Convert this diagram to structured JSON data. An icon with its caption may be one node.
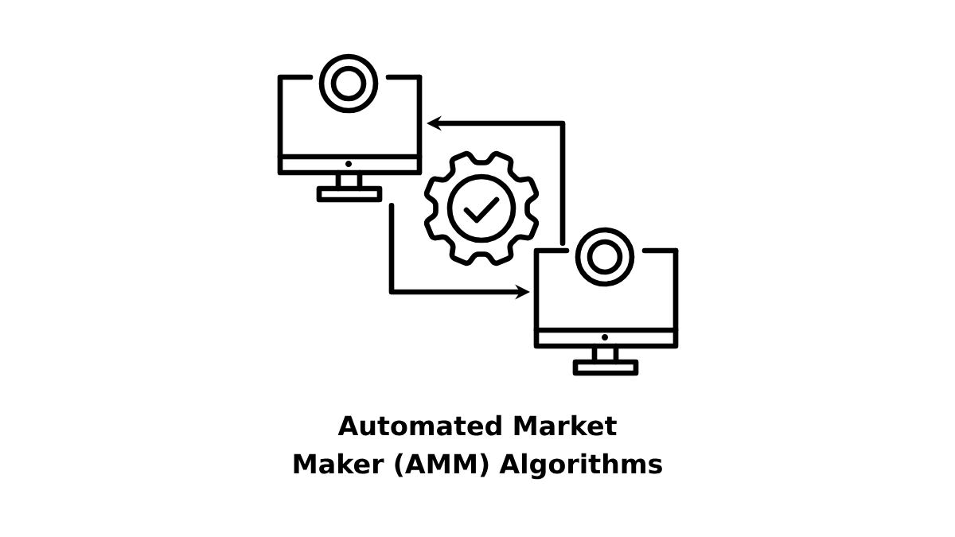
{
  "diagram": {
    "caption": "Automated Market Maker (AMM) Algorithms",
    "nodes": [
      {
        "text": [],
        "shape": "monitor"
      },
      {
        "text": [],
        "shape": "monitor"
      }
    ],
    "edges": [
      {
        "from": 1,
        "to": 0,
        "arrow": "to"
      },
      {
        "from": 0,
        "to": 1,
        "arrow": "to"
      }
    ]
  }
}
